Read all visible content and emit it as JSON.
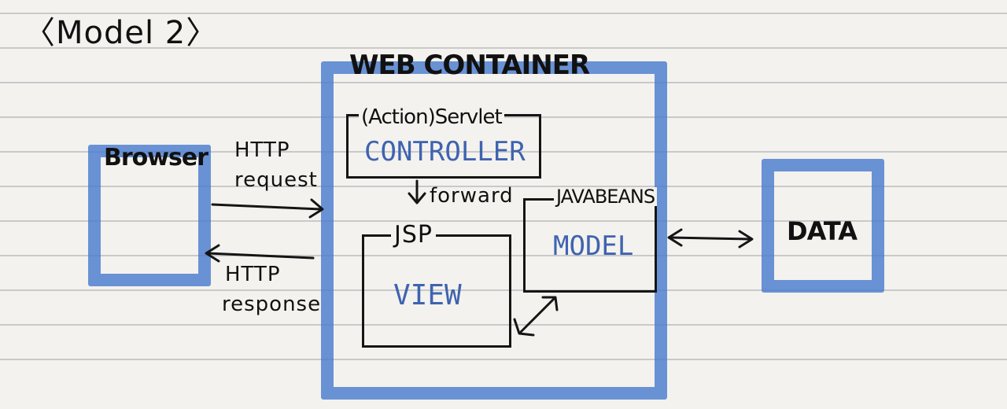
{
  "title": "〈Model 2〉",
  "web_container": {
    "label": "WEB CONTAINER"
  },
  "browser": {
    "label": "Browser"
  },
  "http_request": {
    "line1": "HTTP",
    "line2": "request"
  },
  "http_response": {
    "line1": "HTTP",
    "line2": "response"
  },
  "controller": {
    "caption": "(Action)Servlet",
    "label": "CONTROLLER"
  },
  "forward": {
    "label": "forward"
  },
  "view": {
    "caption": "JSP",
    "label": "VIEW"
  },
  "model": {
    "caption": "JAVABEANS",
    "label": "MODEL"
  },
  "data": {
    "label": "DATA"
  },
  "colors": {
    "marker_blue": "#4b7dd0",
    "ink": "#151515",
    "label_blue": "#3f63b0",
    "rule_line": "#c9c9cb"
  }
}
